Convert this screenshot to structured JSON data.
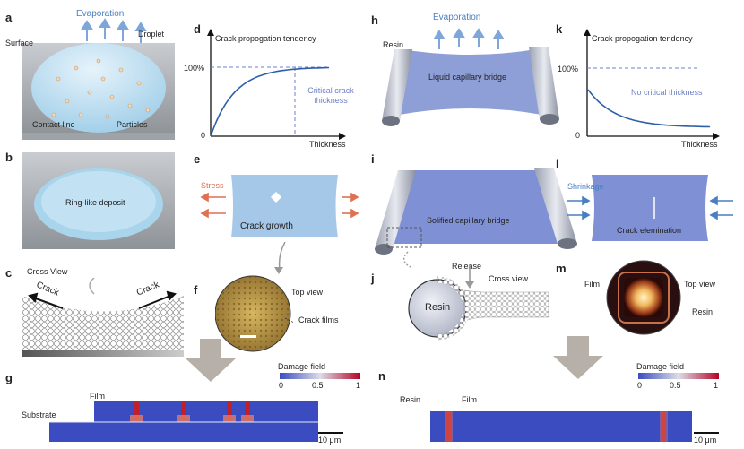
{
  "panels": {
    "a": {
      "letter": "a",
      "evaporation": "Evaporation",
      "surface": "Surface",
      "droplet": "Droplet",
      "contact_line": "Contact line",
      "particles": "Particles"
    },
    "b": {
      "letter": "b",
      "deposit": "Ring-like deposit"
    },
    "c": {
      "letter": "c",
      "cross_view": "Cross View",
      "crack_left": "Crack",
      "crack_right": "Crack"
    },
    "d": {
      "letter": "d",
      "ylabel": "Crack propogation tendency",
      "y100": "100%",
      "y0": "0",
      "xlabel": "Thickness",
      "annotation": "Critical crack thickness"
    },
    "e": {
      "letter": "e",
      "stress": "Stress",
      "label": "Crack growth"
    },
    "f": {
      "letter": "f",
      "top_view": "Top view",
      "crack_films": "Crack films"
    },
    "g": {
      "letter": "g",
      "film": "Film",
      "substrate": "Substrate",
      "damage_title": "Damage field",
      "scale_0": "0",
      "scale_05": "0.5",
      "scale_1": "1",
      "scalebar": "10 μm"
    },
    "h": {
      "letter": "h",
      "evaporation": "Evaporation",
      "resin": "Resin",
      "bridge": "Liquid capillary bridge"
    },
    "i": {
      "letter": "i",
      "bridge": "Solified capillary bridge"
    },
    "j": {
      "letter": "j",
      "release": "Release",
      "cross_view": "Cross view",
      "resin": "Resin"
    },
    "k": {
      "letter": "k",
      "ylabel": "Crack propogation tendency",
      "y100": "100%",
      "y0": "0",
      "xlabel": "Thickness",
      "annotation": "No critical thickness"
    },
    "l": {
      "letter": "l",
      "shrinkage": "Shrinkage",
      "label": "Crack elemination"
    },
    "m": {
      "letter": "m",
      "film": "Film",
      "top_view": "Top view",
      "resin": "Resin"
    },
    "n": {
      "letter": "n",
      "resin": "Resin",
      "film": "Film",
      "damage_title": "Damage field",
      "scale_0": "0",
      "scale_05": "0.5",
      "scale_1": "1",
      "scalebar": "10 μm"
    }
  },
  "colors": {
    "accent_blue": "#4a7fc0",
    "stress_orange": "#e07050",
    "crack_red": "#c0202a",
    "field_blue": "#3b4cc0"
  }
}
